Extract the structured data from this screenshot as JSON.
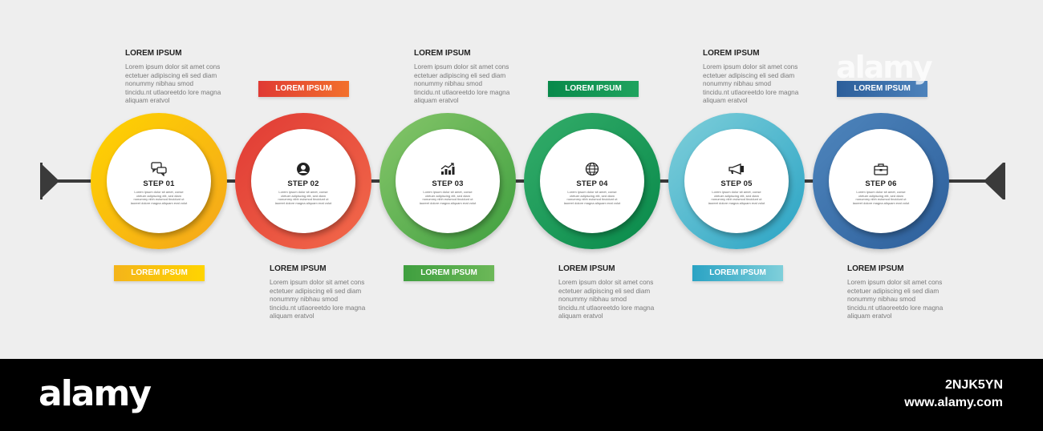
{
  "colors": {
    "step1": [
      "#f4a51c",
      "#ffd400"
    ],
    "step2": [
      "#e03a34",
      "#f26a4b"
    ],
    "step3": [
      "#3f9f3f",
      "#86c66a"
    ],
    "step4": [
      "#08894a",
      "#34ad6a"
    ],
    "step5": [
      "#2aa3c4",
      "#7fcfda"
    ],
    "step6": [
      "#2c5e9a",
      "#4f86bd"
    ],
    "line": "#3a3a3a",
    "background": "#eeeeee"
  },
  "steps": [
    {
      "label": "STEP 01",
      "icon": "chat-bubbles-icon",
      "desc": "Lorem ipsum dolor sit amet, conse ctetuer adipiscing elit, sed diam nonummy nibh euismod tincidunt ut laoreet dolore magna aliquam erat volut"
    },
    {
      "label": "STEP 02",
      "icon": "user-circle-icon",
      "desc": "Lorem ipsum dolor sit amet, conse ctetuer adipiscing elit, sed diam nonummy nibh euismod tincidunt ut laoreet dolore magna aliquam erat volut"
    },
    {
      "label": "STEP 03",
      "icon": "growth-chart-icon",
      "desc": "Lorem ipsum dolor sit amet, conse ctetuer adipiscing elit, sed diam nonummy nibh euismod tincidunt ut laoreet dolore magna aliquam erat volut"
    },
    {
      "label": "STEP 04",
      "icon": "globe-icon",
      "desc": "Lorem ipsum dolor sit amet, conse ctetuer adipiscing elit, sed diam nonummy nibh euismod tincidunt ut laoreet dolore magna aliquam erat volut"
    },
    {
      "label": "STEP 05",
      "icon": "megaphone-icon",
      "desc": "Lorem ipsum dolor sit amet, conse ctetuer adipiscing elit, sed diam nonummy nibh euismod tincidunt ut laoreet dolore magna aliquam erat volut"
    },
    {
      "label": "STEP 06",
      "icon": "briefcase-icon",
      "desc": "Lorem ipsum dolor sit amet, conse ctetuer adipiscing elit, sed diam nonummy nibh euismod tincidunt ut laoreet dolore magna aliquam erat volut"
    }
  ],
  "text_blocks": [
    {
      "title": "LOREM IPSUM",
      "body": "Lorem ipsum dolor sit amet cons ectetuer adipiscing eli sed diam nonummy nibhau smod tincidu.nt utlaoreetdo lore magna aliquam eratvol"
    },
    {
      "title": "LOREM IPSUM",
      "body": "Lorem ipsum dolor sit amet cons ectetuer adipiscing eli sed diam nonummy nibhau smod tincidu.nt utlaoreetdo lore magna aliquam eratvol"
    },
    {
      "title": "LOREM IPSUM",
      "body": "Lorem ipsum dolor sit amet cons ectetuer adipiscing eli sed diam nonummy nibhau smod tincidu.nt utlaoreetdo lore magna aliquam eratvol"
    },
    {
      "title": "LOREM IPSUM",
      "body": "Lorem ipsum dolor sit amet cons ectetuer adipiscing eli sed diam nonummy nibhau smod tincidu.nt utlaoreetdo lore magna aliquam eratvol"
    },
    {
      "title": "LOREM IPSUM",
      "body": "Lorem ipsum dolor sit amet cons ectetuer adipiscing eli sed diam nonummy nibhau smod tincidu.nt utlaoreetdo lore magna aliquam eratvol"
    },
    {
      "title": "LOREM IPSUM",
      "body": "Lorem ipsum dolor sit amet cons ectetuer adipiscing eli sed diam nonummy nibhau smod tincidu.nt utlaoreetdo lore magna aliquam eratvol"
    }
  ],
  "banners": [
    "LOREM IPSUM",
    "LOREM IPSUM",
    "LOREM IPSUM",
    "LOREM IPSUM",
    "LOREM IPSUM",
    "LOREM IPSUM"
  ],
  "watermark": {
    "logo": "alamy",
    "image_id": "2NJK5YN",
    "url": "www.alamy.com"
  }
}
